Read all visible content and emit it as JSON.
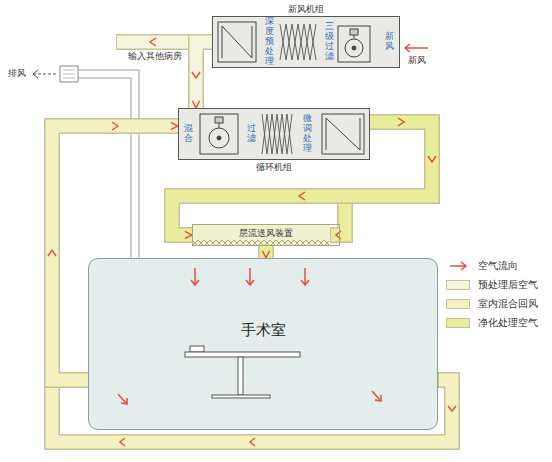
{
  "diagram": {
    "nodes": [
      {
        "text": [
          "新风机组"
        ]
      },
      {
        "text": [
          "深度预处理"
        ],
        "in": 0
      },
      {
        "text": [
          "三级过滤"
        ],
        "in": 0
      },
      {
        "text": [
          "新风"
        ],
        "in": 0
      },
      {
        "text": [
          "循环机组"
        ]
      },
      {
        "text": [
          "混合"
        ],
        "in": 4
      },
      {
        "text": [
          "过滤"
        ],
        "in": 4
      },
      {
        "text": [
          "微调处理"
        ],
        "in": 4
      },
      {
        "text": [
          "层流送风装置"
        ]
      },
      {
        "text": [
          "手术室"
        ]
      }
    ],
    "edges": [
      {
        "from": 0,
        "to": 4,
        "arrow": "to"
      },
      {
        "from": 4,
        "to": 8,
        "arrow": "to"
      },
      {
        "from": 8,
        "to": 9,
        "arrow": "to"
      },
      {
        "from": 9,
        "to": 4,
        "arrow": "to"
      }
    ],
    "labels": [
      "新风",
      "输入其他病房",
      "排风"
    ],
    "legend": [
      {
        "text": "空气流向"
      },
      {
        "text": "预处理后空气",
        "color": "#f5f4dc"
      },
      {
        "text": "室内混合回风",
        "color": "#f3f0c2"
      },
      {
        "text": "净化处理空气",
        "color": "#e9ec9a"
      }
    ]
  }
}
